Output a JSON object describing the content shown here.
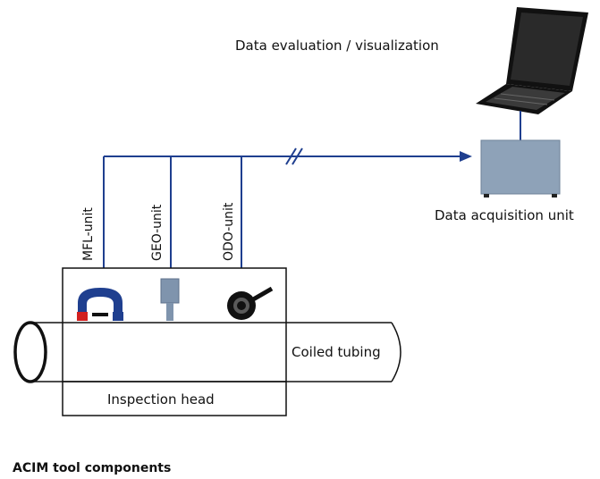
{
  "labels": {
    "data_evaluation": "Data evaluation / visualization",
    "data_acquisition": "Data acquisition unit",
    "mfl_unit": "MFL-unit",
    "geo_unit": "GEO-unit",
    "odo_unit": "ODO-unit",
    "coiled_tubing": "Coiled tubing",
    "inspection_head": "Inspection head",
    "caption": "ACIM tool components"
  },
  "icons": {
    "laptop": "laptop-icon",
    "acquisition_box": "data-acquisition-box-icon",
    "magnet": "magnet-icon",
    "geo_sensor": "geo-sensor-icon",
    "odometer_wheel": "odometer-wheel-icon"
  },
  "colors": {
    "line_blue": "#1f3f8f",
    "acquisition_box": "#8ea2b8",
    "magnet_red": "#d22020",
    "magnet_blue": "#1f3f8f",
    "geo_sensor": "#7f94ad",
    "laptop": "#111111"
  }
}
